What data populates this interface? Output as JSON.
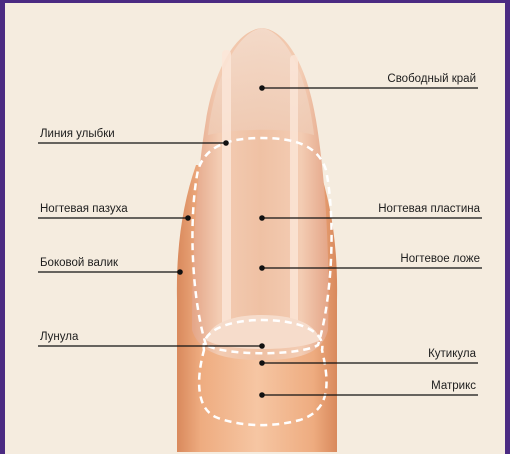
{
  "labels": {
    "free_edge": "Свободный край",
    "smile_line": "Линия улыбки",
    "nail_sinus": "Ногтевая пазуха",
    "nail_plate": "Ногтевая пластина",
    "nail_bed": "Ногтевое ложе",
    "lateral_fold": "Боковой валик",
    "lunula": "Лунула",
    "cuticle": "Кутикула",
    "matrix": "Матрикс"
  },
  "colors": {
    "frame": "#4b2a82",
    "background": "#f5ecdf",
    "finger": "#f0b68c",
    "nail": "#ecc2a6",
    "dashed_outline": "#ffffff",
    "leader_line": "#111111"
  }
}
